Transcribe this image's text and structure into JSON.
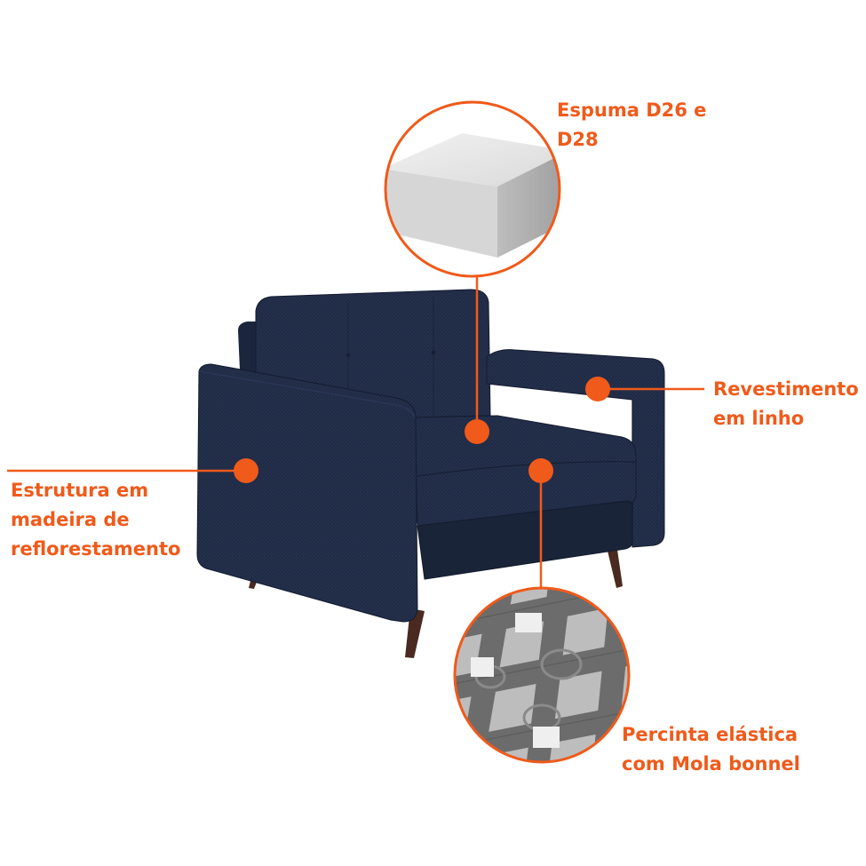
{
  "accent_color": "#f05a1a",
  "upholstery_color": "#1f2a44",
  "leg_color": "#4a2a20",
  "callouts": {
    "foam": "Espuma D26 e\nD28",
    "fabric": "Revestimento\nem linho",
    "frame": "Estrutura em\nmadeira de\nreflorestamento",
    "springs": "Percinta elástica\ncom Mola bonnel"
  },
  "insets": {
    "foam": "foam-block-closeup",
    "springs": "elastic-webbing-springs-closeup"
  }
}
